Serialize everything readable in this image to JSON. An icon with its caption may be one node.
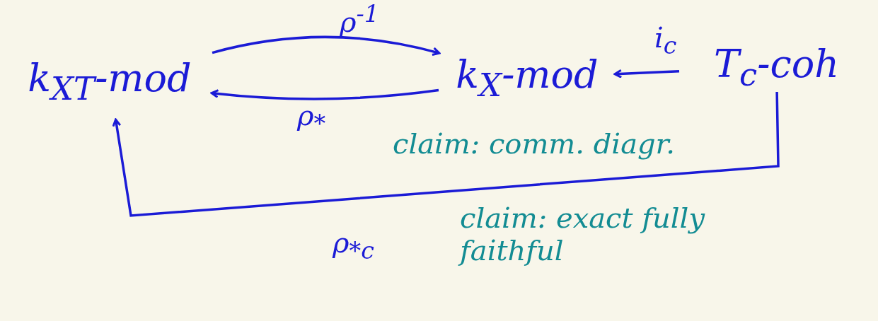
{
  "diagram": {
    "nodes": [
      {
        "text": [
          "k$_{XT}$-mod"
        ]
      },
      {
        "text": [
          "k$_{X}$-mod"
        ]
      },
      {
        "text": [
          "T$_{c}$-coh"
        ]
      }
    ],
    "edges": [
      {
        "from": 0,
        "to": 1,
        "arrow": "to",
        "label": "ρ$^{-1}$"
      },
      {
        "from": 1,
        "to": 0,
        "arrow": "to",
        "label": "ρ$_{*}$"
      },
      {
        "from": 2,
        "to": 1,
        "arrow": "to",
        "label": "i$_{c}$"
      },
      {
        "from": 2,
        "to": 0,
        "arrow": "to",
        "label": "ρ$_{*c}$"
      }
    ],
    "labels": [
      "claim: comm. diagr.",
      "claim: exact fully faithful"
    ]
  }
}
